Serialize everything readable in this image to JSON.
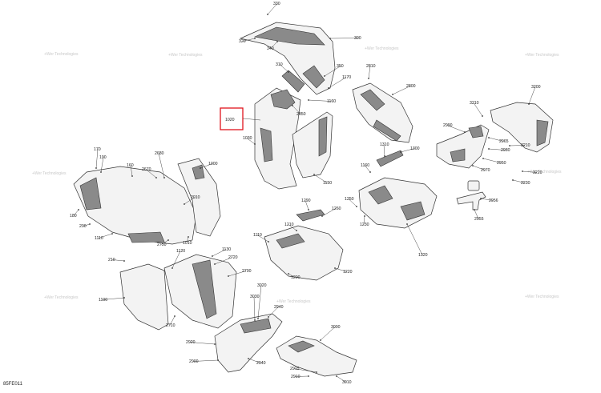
{
  "diagram": {
    "code": "85FE011",
    "highlighted_part": "1020",
    "watermark": "+Wer Technologies",
    "parts": [
      "330",
      "300",
      "320",
      "340",
      "310",
      "350",
      "2810",
      "1170",
      "1160",
      "2850",
      "2800",
      "3200",
      "3210",
      "2990",
      "2965",
      "2980",
      "3210",
      "2950",
      "2970",
      "3220",
      "2230",
      "2956",
      "2955",
      "1030",
      "1310",
      "1300",
      "1150",
      "1160",
      "1290",
      "1260",
      "1250",
      "1210",
      "1230",
      "1320",
      "1110",
      "1200",
      "1220",
      "170",
      "190",
      "2680",
      "160",
      "1000",
      "2670",
      "2010",
      "1010",
      "180",
      "200",
      "1110",
      "2750",
      "210",
      "1130",
      "2720",
      "1120",
      "2700",
      "1100",
      "3020",
      "3030",
      "2940",
      "2710",
      "2920",
      "2900",
      "2940",
      "3000",
      "2915",
      "2910",
      "3010"
    ]
  }
}
